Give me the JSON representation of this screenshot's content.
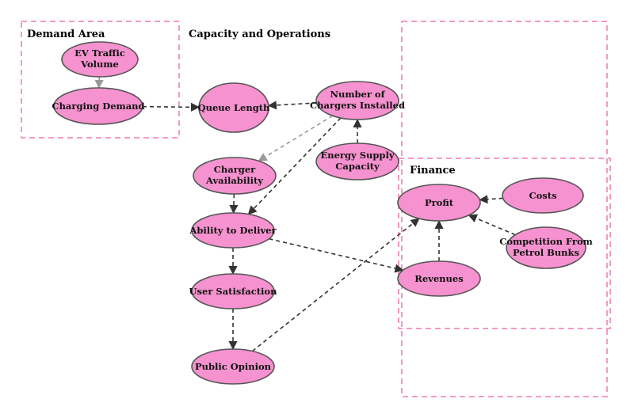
{
  "regions": [
    {
      "id": "demand",
      "title": "Demand Area"
    },
    {
      "id": "capacity",
      "title": "Capacity and Operations"
    },
    {
      "id": "finance",
      "title": "Finance"
    }
  ],
  "nodes": [
    {
      "id": "ev_traffic",
      "lines": [
        "EV Traffic",
        "Volume"
      ]
    },
    {
      "id": "charging_demand",
      "lines": [
        "Charging Demand"
      ]
    },
    {
      "id": "queue_length",
      "lines": [
        "Queue Length"
      ]
    },
    {
      "id": "chargers_installed",
      "lines": [
        "Number of",
        "Chargers Installed"
      ]
    },
    {
      "id": "energy_supply",
      "lines": [
        "Energy Supply",
        "Capacity"
      ]
    },
    {
      "id": "charger_availability",
      "lines": [
        "Charger",
        "Availability"
      ]
    },
    {
      "id": "ability_deliver",
      "lines": [
        "Ability to Deliver"
      ]
    },
    {
      "id": "user_satisfaction",
      "lines": [
        "User Satisfaction"
      ]
    },
    {
      "id": "public_opinion",
      "lines": [
        "Public Opinion"
      ]
    },
    {
      "id": "profit",
      "lines": [
        "Profit"
      ]
    },
    {
      "id": "costs",
      "lines": [
        "Costs"
      ]
    },
    {
      "id": "competition",
      "lines": [
        "Competition From",
        "Petrol Bunks"
      ]
    },
    {
      "id": "revenues",
      "lines": [
        "Revenues"
      ]
    }
  ],
  "edges": [
    {
      "from": "ev_traffic",
      "to": "charging_demand",
      "style": "solid",
      "color": "#999999"
    },
    {
      "from": "charging_demand",
      "to": "queue_length",
      "style": "dashed",
      "color": "#333333"
    },
    {
      "from": "chargers_installed",
      "to": "queue_length",
      "style": "dashed",
      "color": "#333333"
    },
    {
      "from": "chargers_installed",
      "to": "charger_availability",
      "style": "dashed",
      "color": "#999999"
    },
    {
      "from": "chargers_installed",
      "to": "ability_deliver",
      "style": "dashed",
      "color": "#333333"
    },
    {
      "from": "energy_supply",
      "to": "chargers_installed",
      "style": "dashed",
      "color": "#333333"
    },
    {
      "from": "charger_availability",
      "to": "ability_deliver",
      "style": "dashed",
      "color": "#333333"
    },
    {
      "from": "ability_deliver",
      "to": "user_satisfaction",
      "style": "dashed",
      "color": "#333333"
    },
    {
      "from": "ability_deliver",
      "to": "revenues",
      "style": "dashed",
      "color": "#333333"
    },
    {
      "from": "user_satisfaction",
      "to": "public_opinion",
      "style": "dashed",
      "color": "#333333"
    },
    {
      "from": "public_opinion",
      "to": "profit",
      "style": "dashed",
      "color": "#333333"
    },
    {
      "from": "costs",
      "to": "profit",
      "style": "dashed",
      "color": "#333333"
    },
    {
      "from": "competition",
      "to": "profit",
      "style": "dashed",
      "color": "#333333"
    },
    {
      "from": "revenues",
      "to": "profit",
      "style": "dashed",
      "color": "#333333"
    }
  ],
  "colors": {
    "node_fill": "#f592cf",
    "region_border": "#f49ac6"
  }
}
